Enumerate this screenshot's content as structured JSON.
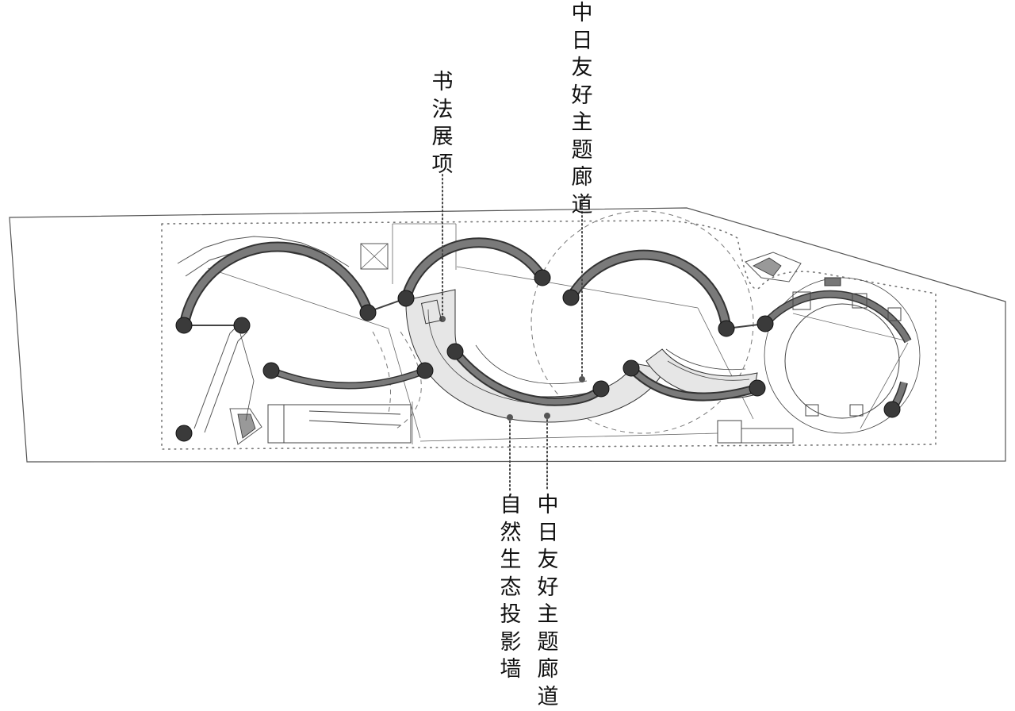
{
  "labels": {
    "calligraphy": "书\n法\n展\n项",
    "corridor_top": "中\n日\n友\n好\n主\n题\n廊\n道",
    "nature_wall": "自\n然\n生\n态\n投\n影\n墙",
    "corridor_bottom": "中\n日\n友\n好\n主\n题\n廊\n道"
  },
  "colors": {
    "wall_fill": "#6f6f6f",
    "column_fill": "#3a3a3a",
    "corridor_fill": "#e6e6e6",
    "line": "#333333",
    "leader_dot": "#444444"
  }
}
